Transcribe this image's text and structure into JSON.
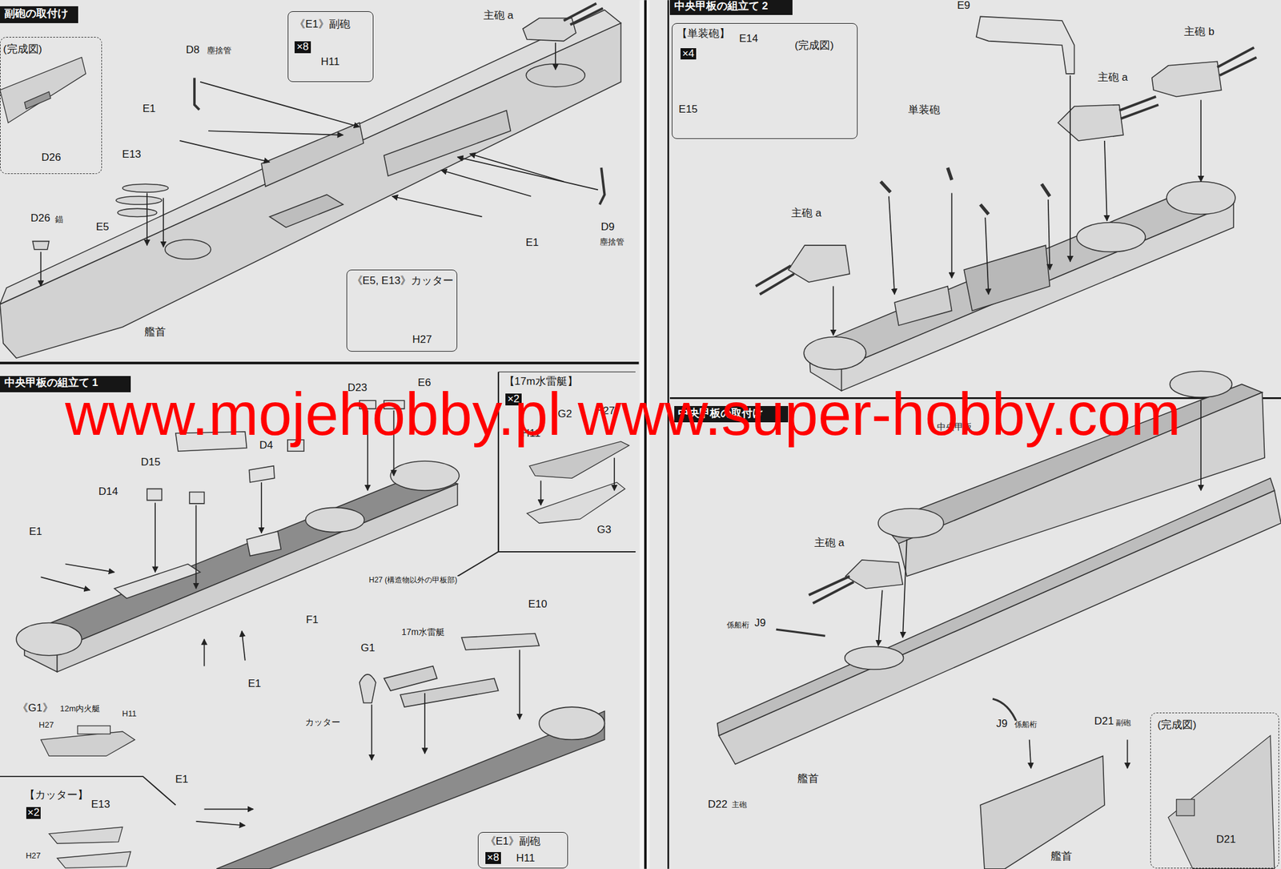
{
  "diagram": {
    "nodes": [
      {
        "text": [
          "副砲の取付け"
        ]
      },
      {
        "text": [
          "(完成図)",
          "D26"
        ]
      },
      {
        "text": [
          "《E1》副砲",
          "×8",
          "H11"
        ]
      },
      {
        "text": [
          "《E5, E13》カッター",
          "H27"
        ]
      },
      {
        "text": [
          "中央甲板の組立て 1"
        ]
      },
      {
        "text": [
          "【17m水雷艇】",
          "×2",
          "H11",
          "G2",
          "H27",
          "G3"
        ]
      },
      {
        "text": [
          "中央甲板の組立て 2"
        ]
      },
      {
        "text": [
          "【単装砲】",
          "×4",
          "E14",
          "E15",
          "(完成図)"
        ]
      },
      {
        "text": [
          "中央甲板の取付け"
        ]
      },
      {
        "text": [
          "(完成図)",
          "D21"
        ]
      },
      {
        "text": [
          "《E1》副砲",
          "×8",
          "H11"
        ]
      }
    ],
    "labels": [
      "主砲 a",
      "D8",
      "塵捨管",
      "E1",
      "E13",
      "E5",
      "D26",
      "錨",
      "艦首",
      "D9",
      "塵捨管",
      "E1",
      "D23",
      "E6",
      "D4",
      "D15",
      "D14",
      "E1",
      "H27 (構造物以外の甲板部)",
      "F1",
      "E1",
      "E10",
      "G1",
      "17m水雷艇",
      "カッター",
      "E1",
      "《G1》",
      "12m内火艇",
      "H27",
      "H11",
      "【カッター】",
      "×2",
      "E13",
      "H27",
      "E9",
      "主砲 b",
      "主砲 a",
      "単装砲",
      "主砲 a",
      "中央甲板",
      "主砲 a",
      "係船桁",
      "J9",
      "J9",
      "係船桁",
      "D21",
      "副砲",
      "艦首",
      "D22",
      "主砲",
      "艦首",
      "www.mojehobby.pl www.super-hobby.com"
    ]
  }
}
